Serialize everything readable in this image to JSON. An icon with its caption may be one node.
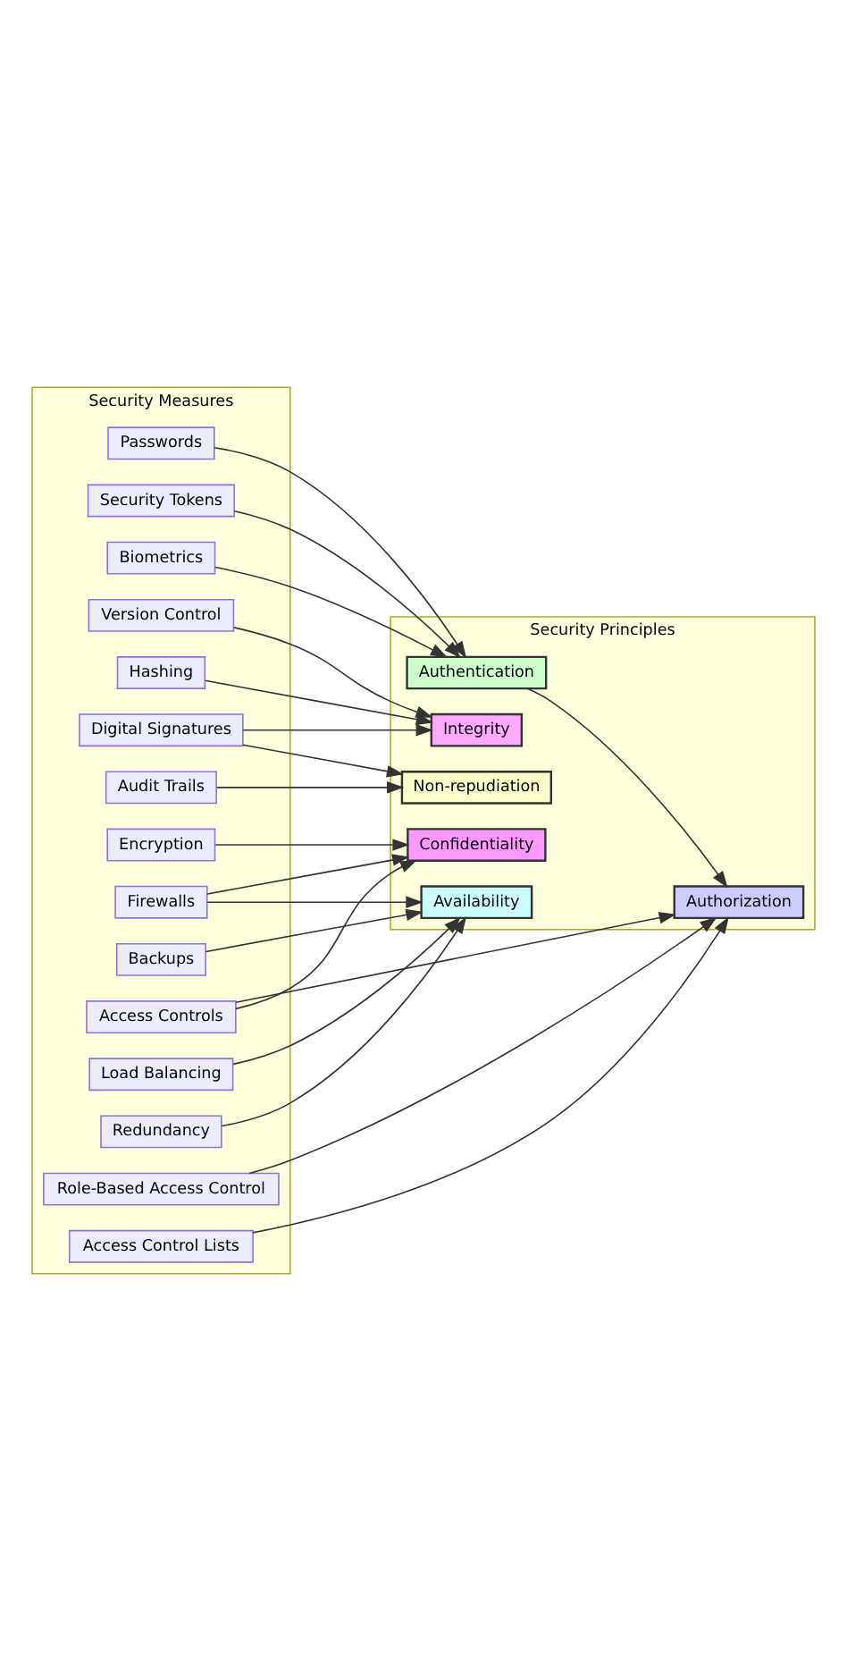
{
  "diagram": {
    "nodes": [
      {
        "text": [
          "Security Measures"
        ]
      },
      {
        "text": [
          "Encryption"
        ],
        "in": 0
      },
      {
        "text": [
          "Access Controls"
        ],
        "in": 0
      },
      {
        "text": [
          "Firewalls"
        ],
        "in": 0
      },
      {
        "text": [
          "Hashing"
        ],
        "in": 0
      },
      {
        "text": [
          "Digital Signatures"
        ],
        "in": 0
      },
      {
        "text": [
          "Version Control"
        ],
        "in": 0
      },
      {
        "text": [
          "Redundancy"
        ],
        "in": 0
      },
      {
        "text": [
          "Backups"
        ],
        "in": 0
      },
      {
        "text": [
          "Load Balancing"
        ],
        "in": 0
      },
      {
        "text": [
          "Audit Trails"
        ],
        "in": 0
      },
      {
        "text": [
          "Passwords"
        ],
        "in": 0
      },
      {
        "text": [
          "Security Tokens"
        ],
        "in": 0
      },
      {
        "text": [
          "Biometrics"
        ],
        "in": 0
      },
      {
        "text": [
          "Role-Based Access Control"
        ],
        "in": 0
      },
      {
        "text": [
          "Access Control Lists"
        ],
        "in": 0
      },
      {
        "text": [
          "Security Principles"
        ]
      },
      {
        "text": [
          "Confidentiality"
        ],
        "in": 16
      },
      {
        "text": [
          "Integrity"
        ],
        "in": 16
      },
      {
        "text": [
          "Availability"
        ],
        "in": 16
      },
      {
        "text": [
          "Non-repudiation"
        ],
        "in": 16
      },
      {
        "text": [
          "Authentication"
        ],
        "in": 16
      },
      {
        "text": [
          "Authorization"
        ],
        "in": 16
      }
    ],
    "edges": [
      {
        "from": 1,
        "to": 17,
        "arrow": "to"
      },
      {
        "from": 2,
        "to": 17,
        "arrow": "to"
      },
      {
        "from": 2,
        "to": 22,
        "arrow": "to"
      },
      {
        "from": 3,
        "to": 17,
        "arrow": "to"
      },
      {
        "from": 3,
        "to": 19,
        "arrow": "to"
      },
      {
        "from": 4,
        "to": 18,
        "arrow": "to"
      },
      {
        "from": 5,
        "to": 18,
        "arrow": "to"
      },
      {
        "from": 5,
        "to": 20,
        "arrow": "to"
      },
      {
        "from": 6,
        "to": 18,
        "arrow": "to"
      },
      {
        "from": 7,
        "to": 19,
        "arrow": "to"
      },
      {
        "from": 8,
        "to": 19,
        "arrow": "to"
      },
      {
        "from": 9,
        "to": 19,
        "arrow": "to"
      },
      {
        "from": 10,
        "to": 20,
        "arrow": "to"
      },
      {
        "from": 11,
        "to": 21,
        "arrow": "to"
      },
      {
        "from": 12,
        "to": 21,
        "arrow": "to"
      },
      {
        "from": 13,
        "to": 21,
        "arrow": "to"
      },
      {
        "from": 21,
        "to": 22,
        "arrow": "to"
      },
      {
        "from": 14,
        "to": 22,
        "arrow": "to"
      },
      {
        "from": 15,
        "to": 22,
        "arrow": "to"
      }
    ]
  }
}
